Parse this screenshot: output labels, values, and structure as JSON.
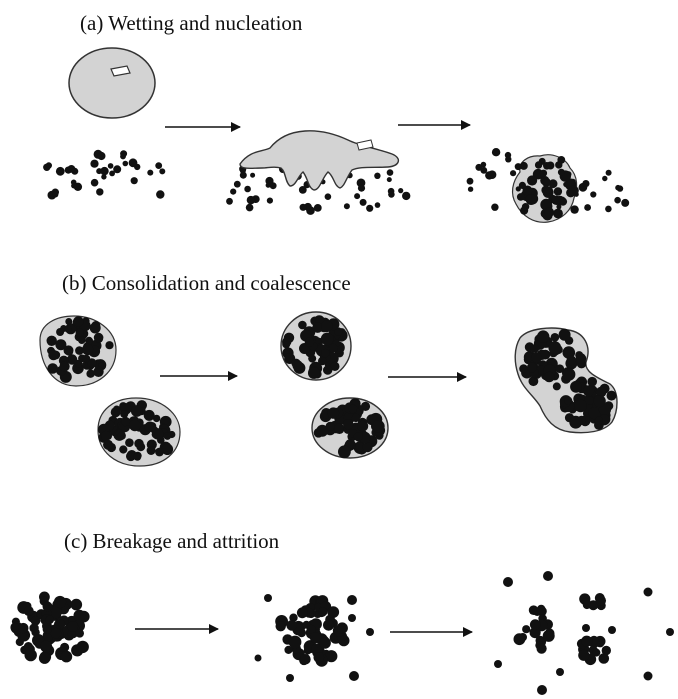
{
  "sections": [
    {
      "id": "a",
      "title": "(a) Wetting and nucleation"
    },
    {
      "id": "b",
      "title": "(b) Consolidation and coalescence"
    },
    {
      "id": "c",
      "title": "(c) Breakage and attrition"
    }
  ],
  "colors": {
    "particle": "#111111",
    "liquid": "#d3d3d3",
    "outline": "#333333",
    "arrow": "#111111",
    "background": "#ffffff"
  }
}
